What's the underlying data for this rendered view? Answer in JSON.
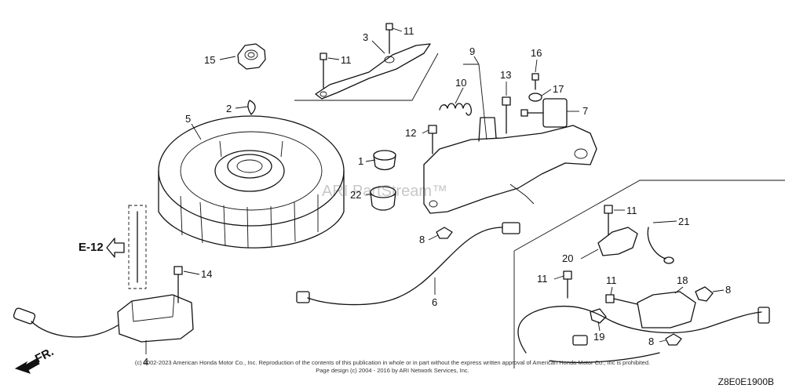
{
  "callouts": [
    {
      "num": "15",
      "part": "nut"
    },
    {
      "num": "3",
      "part": "plate-bracket"
    },
    {
      "num": "11",
      "part": "bolt"
    },
    {
      "num": "11",
      "part": "bolt"
    },
    {
      "num": "9",
      "part": "control-base"
    },
    {
      "num": "10",
      "part": "spring"
    },
    {
      "num": "13",
      "part": "bolt"
    },
    {
      "num": "16",
      "part": "screw"
    },
    {
      "num": "17",
      "part": "washer"
    },
    {
      "num": "7",
      "part": "solenoid"
    },
    {
      "num": "2",
      "part": "key"
    },
    {
      "num": "5",
      "part": "flywheel"
    },
    {
      "num": "12",
      "part": "bolt"
    },
    {
      "num": "1",
      "part": "grommet"
    },
    {
      "num": "22",
      "part": "grommet"
    },
    {
      "num": "8",
      "part": "clip"
    },
    {
      "num": "6",
      "part": "wire"
    },
    {
      "num": "14",
      "part": "bolt"
    },
    {
      "num": "4",
      "part": "ignition-coil"
    },
    {
      "num": "11",
      "part": "bolt"
    },
    {
      "num": "21",
      "part": "wire-harness"
    },
    {
      "num": "20",
      "part": "bracket"
    },
    {
      "num": "11",
      "part": "bolt"
    },
    {
      "num": "11",
      "part": "bolt"
    },
    {
      "num": "18",
      "part": "bracket"
    },
    {
      "num": "8",
      "part": "clip"
    },
    {
      "num": "19",
      "part": "clamp"
    },
    {
      "num": "8",
      "part": "clip"
    }
  ],
  "reference_label": "E-12",
  "direction_label": "FR.",
  "watermark": "ARI PartStream™",
  "copyright_line1": "(c) 2002-2023 American Honda Motor Co., Inc. Reproduction of the contents of this publication in whole or in part without the express written approval of American Honda Motor Co., Inc is prohibited.",
  "copyright_line2": "Page design (c) 2004 - 2016 by ARI Network Services, Inc.",
  "diagram_code": "Z8E0E1900B"
}
